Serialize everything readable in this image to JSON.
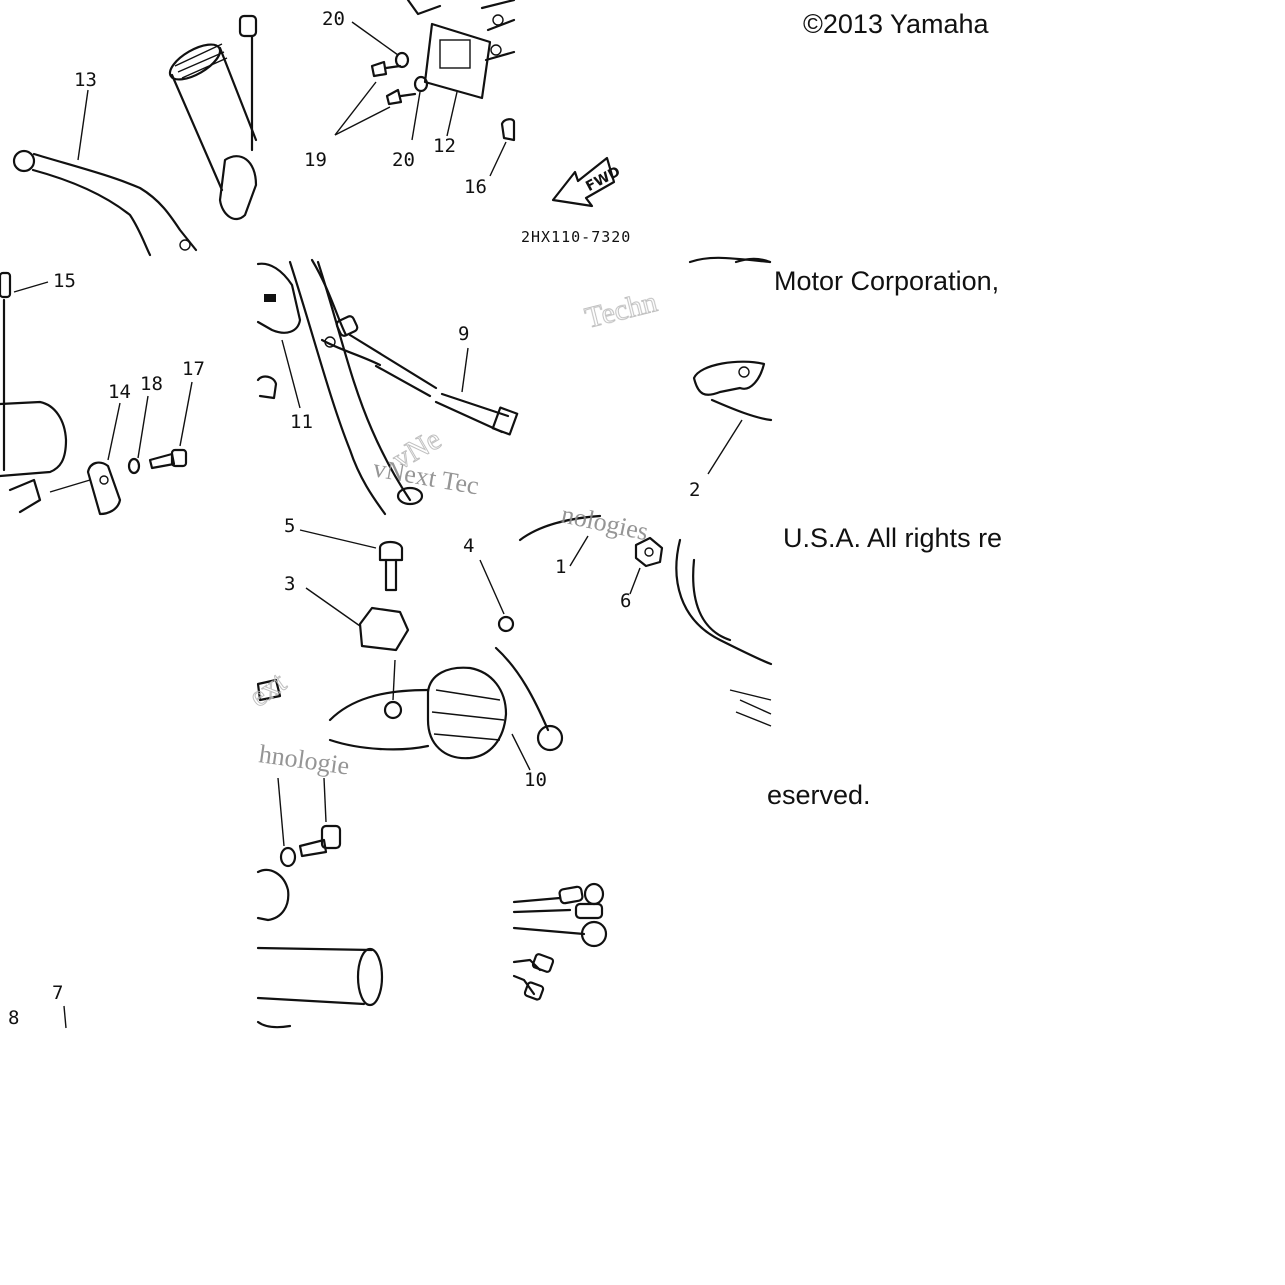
{
  "diagram": {
    "copyright_fragments": [
      "©2013 Yamaha",
      "Motor Corporation,",
      "U.S.A. All rights re",
      "eserved."
    ],
    "part_code": "2HX110-7320",
    "fwd_label": "FWD",
    "watermark": {
      "word1": "Techn",
      "word2": "vNext Tec",
      "word3": "nologies",
      "word4": "hnologie",
      "word5": "ext",
      "word6": "vNe"
    },
    "callouts": [
      "1",
      "2",
      "3",
      "4",
      "5",
      "6",
      "7",
      "8",
      "9",
      "10",
      "11",
      "12",
      "13",
      "14",
      "15",
      "16",
      "17",
      "18",
      "19",
      "20",
      "20"
    ]
  }
}
